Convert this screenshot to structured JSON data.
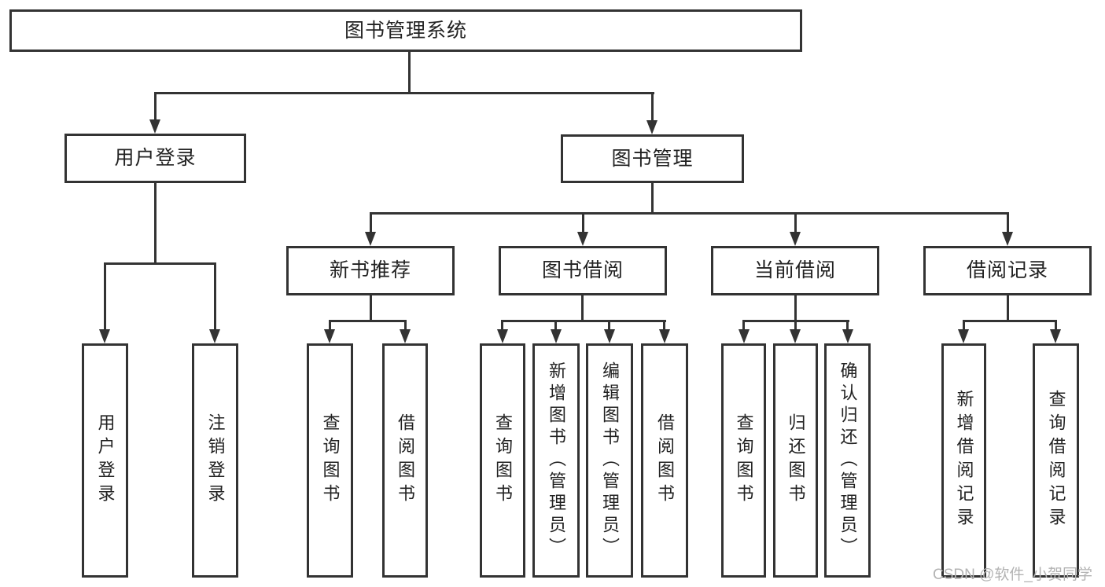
{
  "page": {
    "background": "#ffffff",
    "colors": {
      "line": "#333333",
      "border": "#333333",
      "text": "#222222",
      "watermark": "#b3b3b3"
    },
    "watermark": "CSDN @软件_小贺同学",
    "tree": {
      "root": {
        "label": "图书管理系统",
        "children": [
          {
            "label": "用户登录",
            "children": [
              {
                "label": "用户登录"
              },
              {
                "label": "注销登录"
              }
            ]
          },
          {
            "label": "图书管理",
            "children": [
              {
                "label": "新书推荐",
                "children": [
                  {
                    "label": "查询图书"
                  },
                  {
                    "label": "借阅图书"
                  }
                ]
              },
              {
                "label": "图书借阅",
                "children": [
                  {
                    "label": "查询图书"
                  },
                  {
                    "label": "新增图书（管理员）"
                  },
                  {
                    "label": "编辑图书（管理员）"
                  },
                  {
                    "label": "借阅图书"
                  }
                ]
              },
              {
                "label": "当前借阅",
                "children": [
                  {
                    "label": "查询图书"
                  },
                  {
                    "label": "归还图书"
                  },
                  {
                    "label": "确认归还（管理员）"
                  }
                ]
              },
              {
                "label": "借阅记录",
                "children": [
                  {
                    "label": "新增借阅记录"
                  },
                  {
                    "label": "查询借阅记录"
                  }
                ]
              }
            ]
          }
        ]
      }
    }
  }
}
